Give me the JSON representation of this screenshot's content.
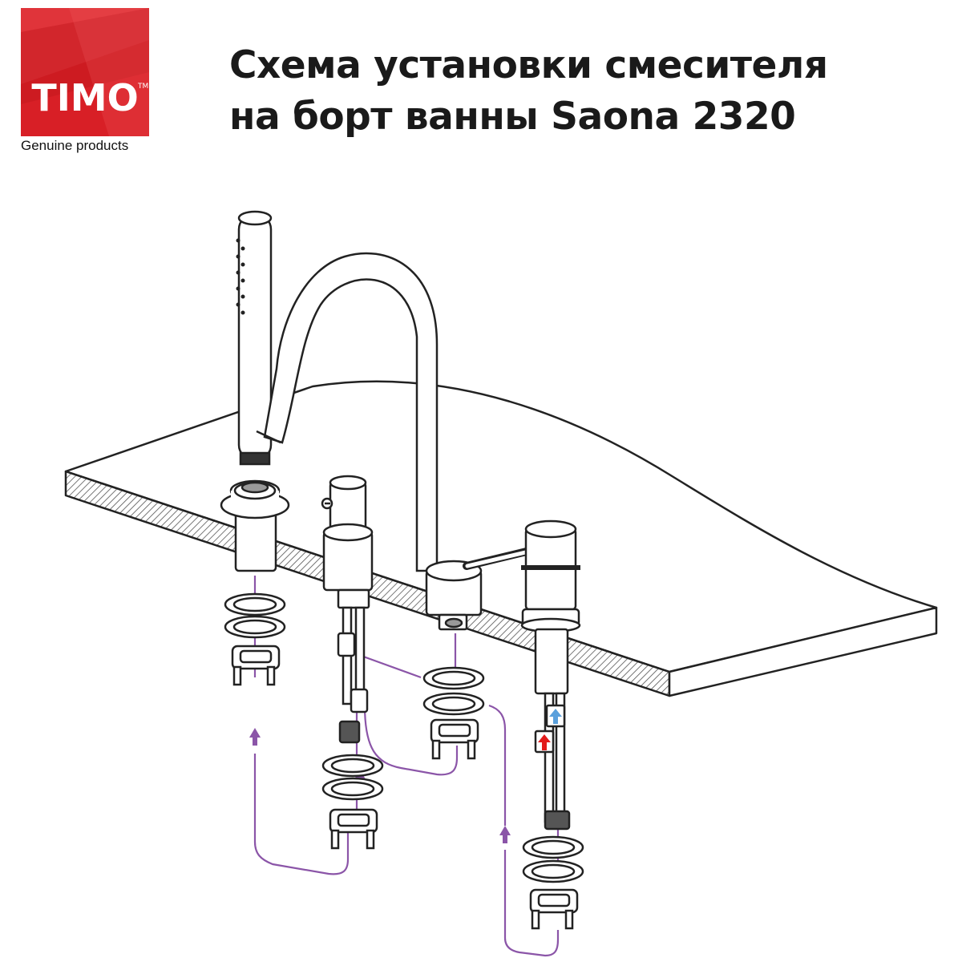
{
  "brand": {
    "logo_text": "TIMO",
    "trademark": "TM",
    "caption": "Genuine products",
    "color": "#d81f26"
  },
  "title": {
    "line1": "Схема установки смесителя",
    "line2": "на борт ванны Saona 2320"
  },
  "colors": {
    "connector_lines": "#8b55a8",
    "hot_marker": "#e21b1b",
    "cold_marker": "#5aa0dc",
    "outline": "#222222"
  },
  "icons": [
    "hand-shower-icon",
    "spout-icon",
    "diverter-icon",
    "mixer-lever-icon",
    "washer-icon",
    "clamp-icon",
    "arrow-up-icon"
  ]
}
